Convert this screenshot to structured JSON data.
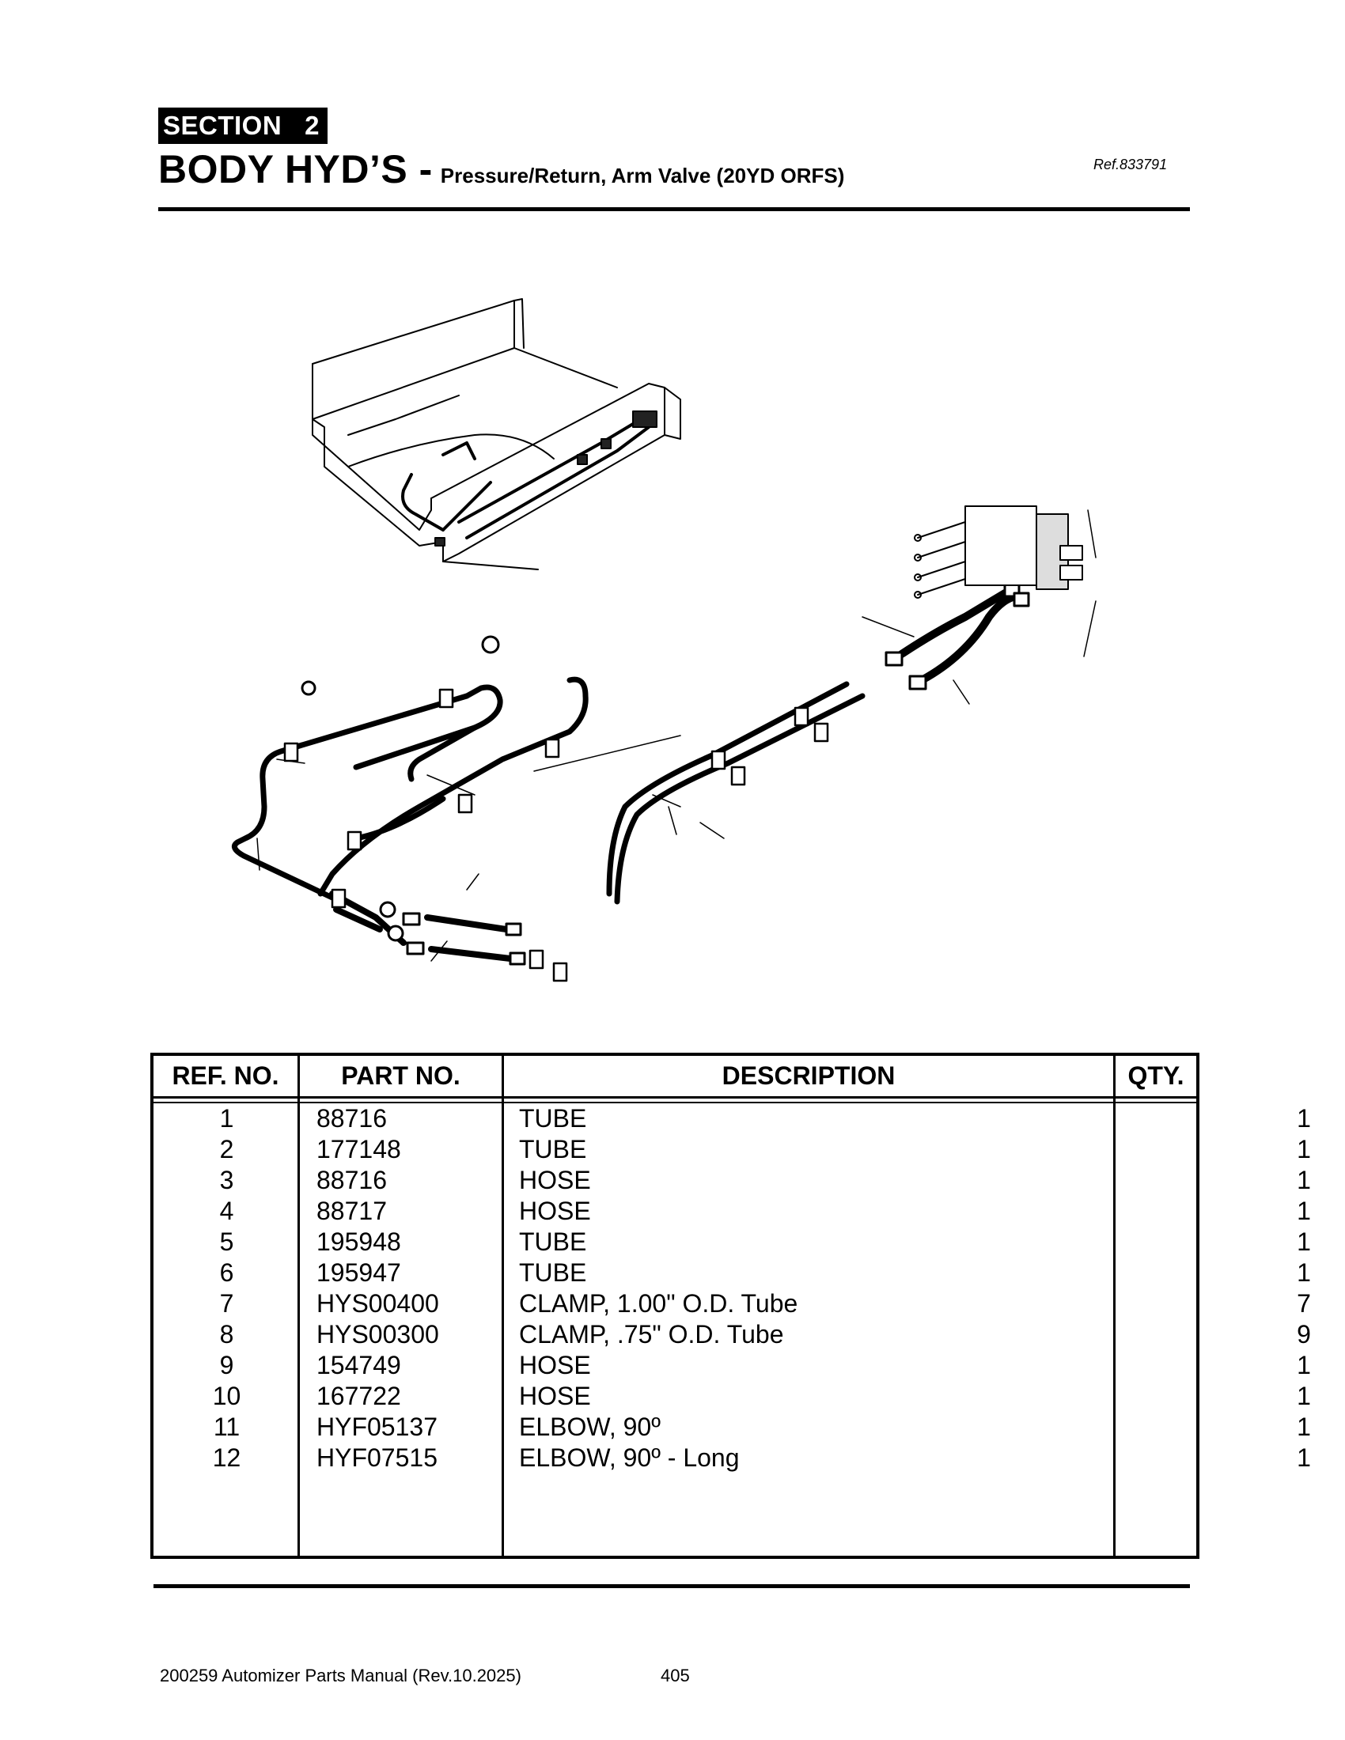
{
  "header": {
    "section_label": "SECTION   2",
    "title_main": "BODY HYD’S -",
    "title_sub": "Pressure/Return, Arm Valve (20YD ORFS)",
    "ref": "Ref.833791"
  },
  "table": {
    "headers": {
      "ref": "REF. NO.",
      "part": "PART NO.",
      "desc": "DESCRIPTION",
      "qty": "QTY."
    },
    "rows": [
      {
        "ref": "1",
        "part": "88716",
        "desc": "TUBE",
        "qty": "1"
      },
      {
        "ref": "2",
        "part": "177148",
        "desc": "TUBE",
        "qty": "1"
      },
      {
        "ref": "3",
        "part": "88716",
        "desc": "HOSE",
        "qty": "1"
      },
      {
        "ref": "4",
        "part": "88717",
        "desc": "HOSE",
        "qty": "1"
      },
      {
        "ref": "5",
        "part": "195948",
        "desc": "TUBE",
        "qty": "1"
      },
      {
        "ref": "6",
        "part": "195947",
        "desc": "TUBE",
        "qty": "1"
      },
      {
        "ref": "7",
        "part": "HYS00400",
        "desc": "CLAMP, 1.00\" O.D. Tube",
        "qty": "7"
      },
      {
        "ref": "8",
        "part": "HYS00300",
        "desc": "CLAMP, .75\" O.D. Tube",
        "qty": "9"
      },
      {
        "ref": "9",
        "part": "154749",
        "desc": "HOSE",
        "qty": "1"
      },
      {
        "ref": "10",
        "part": "167722",
        "desc": "HOSE",
        "qty": "1"
      },
      {
        "ref": "11",
        "part": "HYF05137",
        "desc": "ELBOW, 90º",
        "qty": "1"
      },
      {
        "ref": "12",
        "part": "HYF07515",
        "desc": "ELBOW, 90º - Long",
        "qty": "1"
      }
    ]
  },
  "footer": {
    "manual": "200259 Automizer Parts Manual (Rev.10.2025)",
    "page": "405"
  }
}
